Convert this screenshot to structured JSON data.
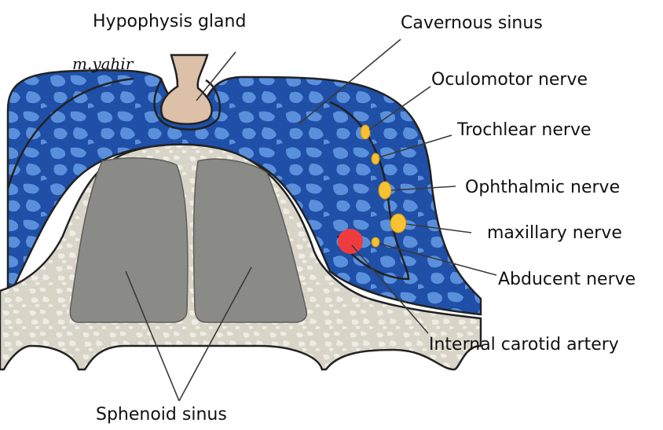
{
  "signature": "m.yahir",
  "labels": {
    "hypophysis": "Hypophysis gland",
    "cavernous": "Cavernous sinus",
    "oculomotor": "Oculomotor nerve",
    "trochlear": "Trochlear nerve",
    "ophthalmic": "Ophthalmic nerve",
    "maxillary": "maxillary nerve",
    "abducent": "Abducent nerve",
    "carotid": "Internal carotid artery",
    "sphenoid": "Sphenoid sinus"
  },
  "colors": {
    "sinus_blue": "#1f4fa6",
    "sinus_light_blue": "#5a8fdc",
    "bone": "#d8d4c8",
    "bone_spot": "#efece4",
    "air_sinus": "#8a8a86",
    "gland": "#dcc0a8",
    "nerve": "#f6c132",
    "artery": "#ef3b3d",
    "line": "#222222"
  }
}
